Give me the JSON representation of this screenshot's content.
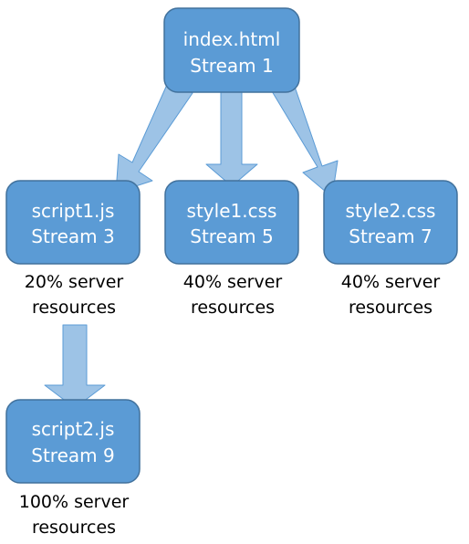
{
  "colors": {
    "node_fill": "#5B9BD5",
    "node_stroke": "#41719C",
    "arrow_fill": "#9DC3E6",
    "arrow_stroke": "#5B9BD5"
  },
  "nodes": [
    {
      "id": "index",
      "line1": "index.html",
      "line2": "Stream 1"
    },
    {
      "id": "script1",
      "line1": "script1.js",
      "line2": "Stream 3",
      "caption1": "20% server",
      "caption2": "resources"
    },
    {
      "id": "style1",
      "line1": "style1.css",
      "line2": "Stream 5",
      "caption1": "40% server",
      "caption2": "resources"
    },
    {
      "id": "style2",
      "line1": "style2.css",
      "line2": "Stream 7",
      "caption1": "40% server",
      "caption2": "resources"
    },
    {
      "id": "script2",
      "line1": "script2.js",
      "line2": "Stream 9",
      "caption1": "100% server",
      "caption2": "resources"
    }
  ],
  "edges": [
    {
      "from": "index",
      "to": "script1"
    },
    {
      "from": "index",
      "to": "style1"
    },
    {
      "from": "index",
      "to": "style2"
    },
    {
      "from": "script1",
      "to": "script2"
    }
  ]
}
